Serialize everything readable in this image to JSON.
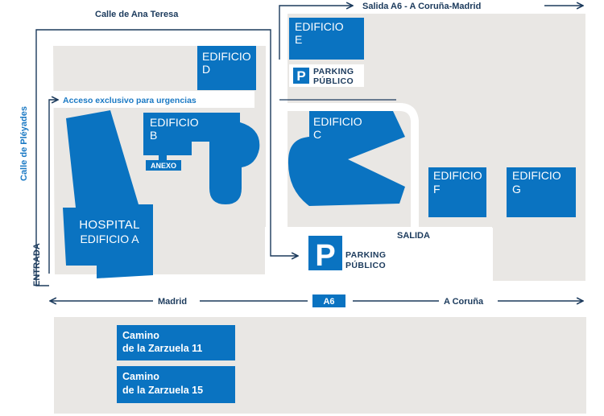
{
  "colors": {
    "block": "#e9e7e4",
    "building": "#0a73c1",
    "road_line": "#1b3a5c",
    "blue_text": "#1a79c4",
    "white": "#ffffff"
  },
  "streets": {
    "ana_teresa": "Calle de Ana Teresa",
    "pleyades": "Calle de Pléyades",
    "exit_a6": "Salida A6 - A Coruña-Madrid",
    "madrid": "Madrid",
    "a6": "A6",
    "coruna": "A Coruña"
  },
  "labels": {
    "urgencias": "Acceso exclusivo para urgencias",
    "entrada": "ENTRADA",
    "salida": "SALIDA",
    "anexo": "ANEXO"
  },
  "buildings": {
    "d": {
      "line1": "EDIFICIO",
      "line2": "D"
    },
    "e": {
      "line1": "EDIFICIO",
      "line2": "E"
    },
    "b": {
      "line1": "EDIFICIO",
      "line2": "B"
    },
    "c": {
      "line1": "EDIFICIO",
      "line2": "C"
    },
    "f": {
      "line1": "EDIFICIO",
      "line2": "F"
    },
    "g": {
      "line1": "EDIFICIO",
      "line2": "G"
    },
    "a": {
      "line1": "HOSPITAL",
      "line2": "EDIFICIO A"
    }
  },
  "parking": [
    {
      "symbol": "P",
      "line1": "PARKING",
      "line2": "PÚBLICO"
    },
    {
      "symbol": "P",
      "line1": "PARKING",
      "line2": "PÚBLICO"
    }
  ],
  "caminos": [
    {
      "line1": "Camino",
      "line2": "de la Zarzuela 11"
    },
    {
      "line1": "Camino",
      "line2": "de la Zarzuela 15"
    }
  ]
}
